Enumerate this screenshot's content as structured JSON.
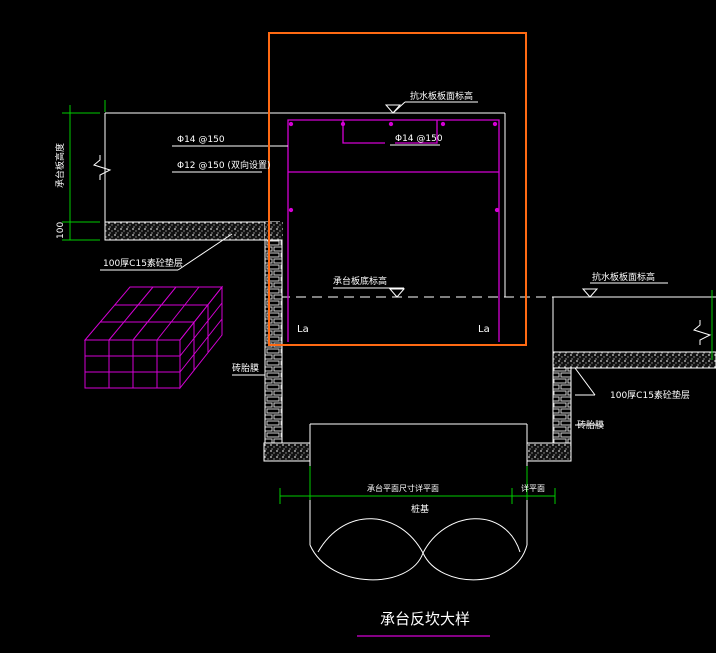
{
  "drawing": {
    "title": "承台反坎大样",
    "labels": {
      "top_elev": "抗水板板面标高",
      "right_elev": "抗水板板面标高",
      "cap_bottom_elev": "承台板底标高",
      "cap_height_dim": "承台板高度",
      "dim_100": "100",
      "rebar_left": "Φ14 @150",
      "rebar_right": "Φ14 @150",
      "rebar_mid": "Φ12 @150 (双向设置)",
      "cushion_left": "100厚C15素砼垫层",
      "cushion_right": "100厚C15素砼垫层",
      "brick_left": "砖胎膜",
      "brick_right": "砖胎膜",
      "la_left": "La",
      "la_right": "La",
      "cap_dim": "承台平面尺寸详平面",
      "side_dim": "详平面",
      "pile": "桩基"
    },
    "colors": {
      "line": "#ffffff",
      "rebar": "#d400d4",
      "dimension": "#00cc00",
      "highlight": "#ff6a13",
      "hatch": "#b8b8b8"
    }
  }
}
